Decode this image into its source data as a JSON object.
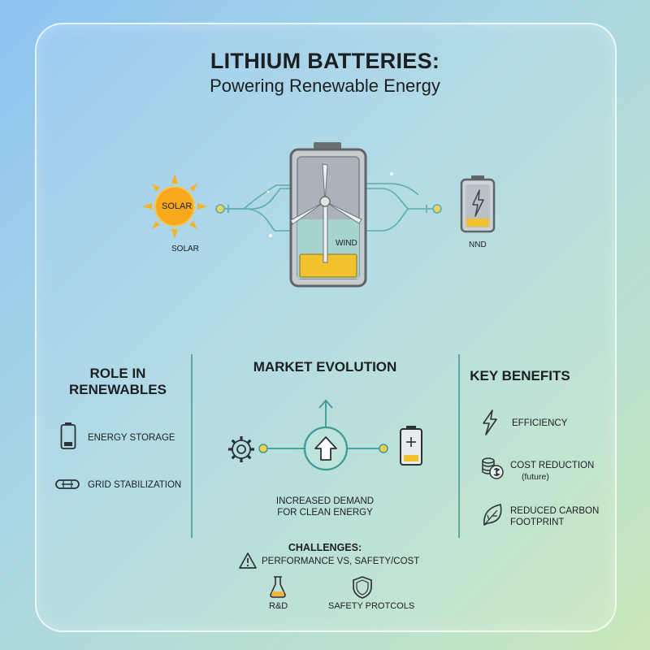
{
  "header": {
    "title": "LITHIUM BATTERIES:",
    "subtitle": "Powering Renewable Energy"
  },
  "diagram": {
    "sun_inner_label": "SOLAR",
    "sun_label": "SOLAR",
    "wind_label": "WIND",
    "small_battery_label": "NND"
  },
  "role": {
    "title_line1": "ROLE IN",
    "title_line2": "RENEWABLES",
    "items": [
      {
        "label": "ENERGY STORAGE",
        "icon": "battery-icon"
      },
      {
        "label": "GRID STABILIZATION",
        "icon": "grid-link-icon"
      }
    ]
  },
  "market": {
    "title": "MARKET EVOLUTION",
    "caption_line1": "INCREASED DEMAND",
    "caption_line2": "FOR CLEAN ENERGY"
  },
  "benefits": {
    "title": "KEY BENEFITS",
    "items": [
      {
        "label": "EFFICIENCY",
        "icon": "lightning-icon"
      },
      {
        "label_line1": "COST REDUCTION",
        "label_line2": "(future)",
        "icon": "coins-icon"
      },
      {
        "label_line1": "REDUCED CARBON",
        "label_line2": "FOOTPRINT",
        "icon": "leaf-icon"
      }
    ]
  },
  "challenges": {
    "title": "CHALLENGES:",
    "subtitle": "PERFORMANCE VS, SAFETY/COST",
    "items": [
      {
        "label": "R&D",
        "icon": "flask-icon"
      },
      {
        "label": "SAFETY PROTCOLS",
        "icon": "shield-icon"
      }
    ]
  },
  "colors": {
    "accent_teal": "#3f9a92",
    "battery_fill": "#f2c12e",
    "sun": "#f7a81b",
    "text": "#1c1f22"
  }
}
